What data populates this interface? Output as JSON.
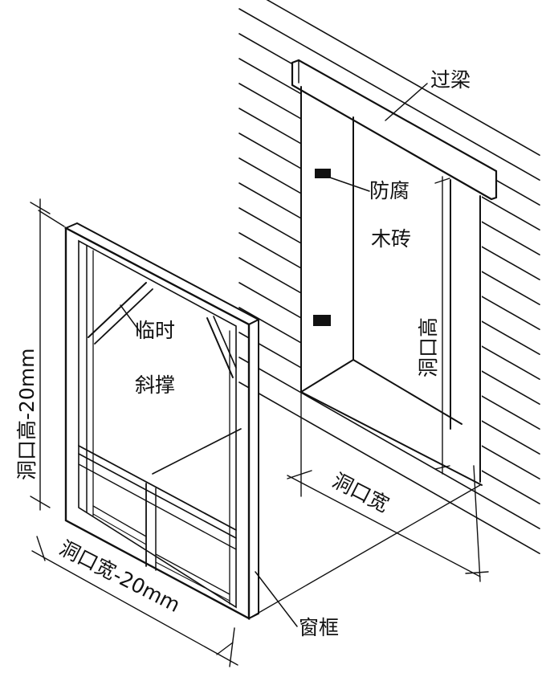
{
  "labels": {
    "lintel": "过梁",
    "wood_block_line1": "防腐",
    "wood_block_line2": "木砖",
    "opening_height": "洞口高",
    "temp_brace_line1": "临时",
    "temp_brace_line2": "斜撑",
    "opening_width": "洞口宽",
    "frame_height": "洞口高-20mm",
    "frame_width": "洞口宽-20mm",
    "window_frame": "窗框"
  },
  "colors": {
    "ink": "#111111",
    "paper": "#ffffff"
  }
}
